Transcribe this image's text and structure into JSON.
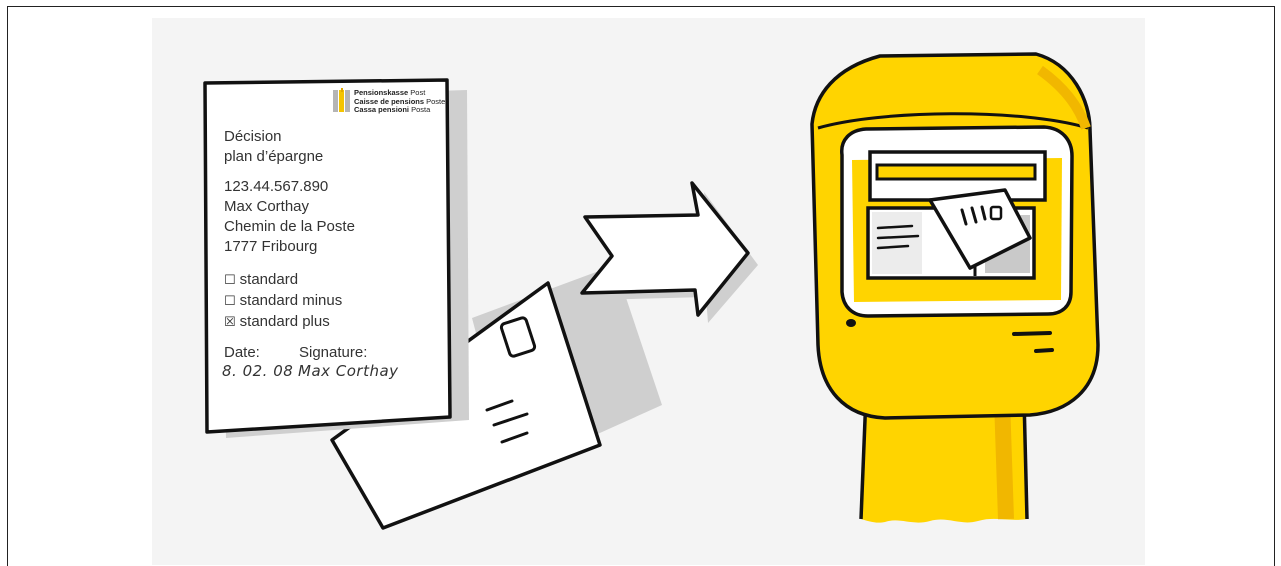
{
  "logo": {
    "line1_bold": "Pensionskasse",
    "line1_rest": " Post",
    "line2_bold": "Caisse de pensions",
    "line2_rest": " Poste",
    "line3_bold": "Cassa pensioni",
    "line3_rest": " Posta",
    "colors": {
      "yellow": "#f5c400",
      "gray": "#b5b5b5"
    }
  },
  "document": {
    "title_line1": "Décision",
    "title_line2": "plan d’épargne",
    "number": "123.44.567.890",
    "name": "Max Corthay",
    "street": "Chemin de la Poste",
    "city": "1777 Fribourg",
    "options": [
      {
        "label": "standard",
        "checked": false,
        "mark": "☐"
      },
      {
        "label": "standard minus",
        "checked": false,
        "mark": "☐"
      },
      {
        "label": "standard plus",
        "checked": true,
        "mark": "☒"
      }
    ],
    "date_label": "Date:",
    "signature_label": "Signature:",
    "date_value": "8. 02. 08",
    "signature_value": "Max Corthay"
  },
  "colors": {
    "mailbox_yellow": "#ffd400",
    "mailbox_shade": "#f1b700",
    "outline": "#111111",
    "shadow": "#c9c9c9",
    "backdrop": "#f4f4f4"
  },
  "icons": [
    "document-icon",
    "envelope-icon",
    "arrow-right-icon",
    "mailbox-icon"
  ]
}
